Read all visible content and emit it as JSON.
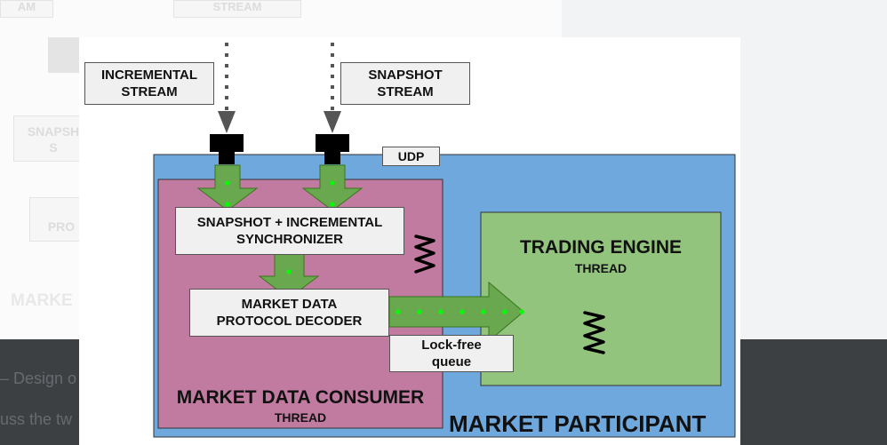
{
  "background_slide": {
    "top_left_text": "AM",
    "top_center_text": "STREAM",
    "ghost_box1_text": "SNAPSH\nS",
    "ghost_box2_text": "PRO",
    "ghost_market_text": "MARKE",
    "dark_line1": "– Design o",
    "dark_line2": "uss the tw"
  },
  "diagram": {
    "incremental_stream": "INCREMENTAL\nSTREAM",
    "snapshot_stream": "SNAPSHOT\nSTREAM",
    "udp": "UDP",
    "synchronizer": "SNAPSHOT + INCREMENTAL\nSYNCHRONIZER",
    "decoder": "MARKET DATA\nPROTOCOL DECODER",
    "queue": "Lock-free\nqueue",
    "trading_engine_title": "TRADING ENGINE",
    "trading_engine_sub": "THREAD",
    "consumer_title": "MARKET DATA CONSUMER",
    "consumer_sub": "THREAD",
    "participant_title": "MARKET PARTICIPANT"
  },
  "colors": {
    "participant_bg": "#6fa8dc",
    "consumer_bg": "#c27ba0",
    "engine_bg": "#93c47d",
    "arrow_green": "#6aa84f",
    "dot_green": "#00ff00"
  },
  "icons": [
    "connector-icon",
    "spring-icon"
  ]
}
